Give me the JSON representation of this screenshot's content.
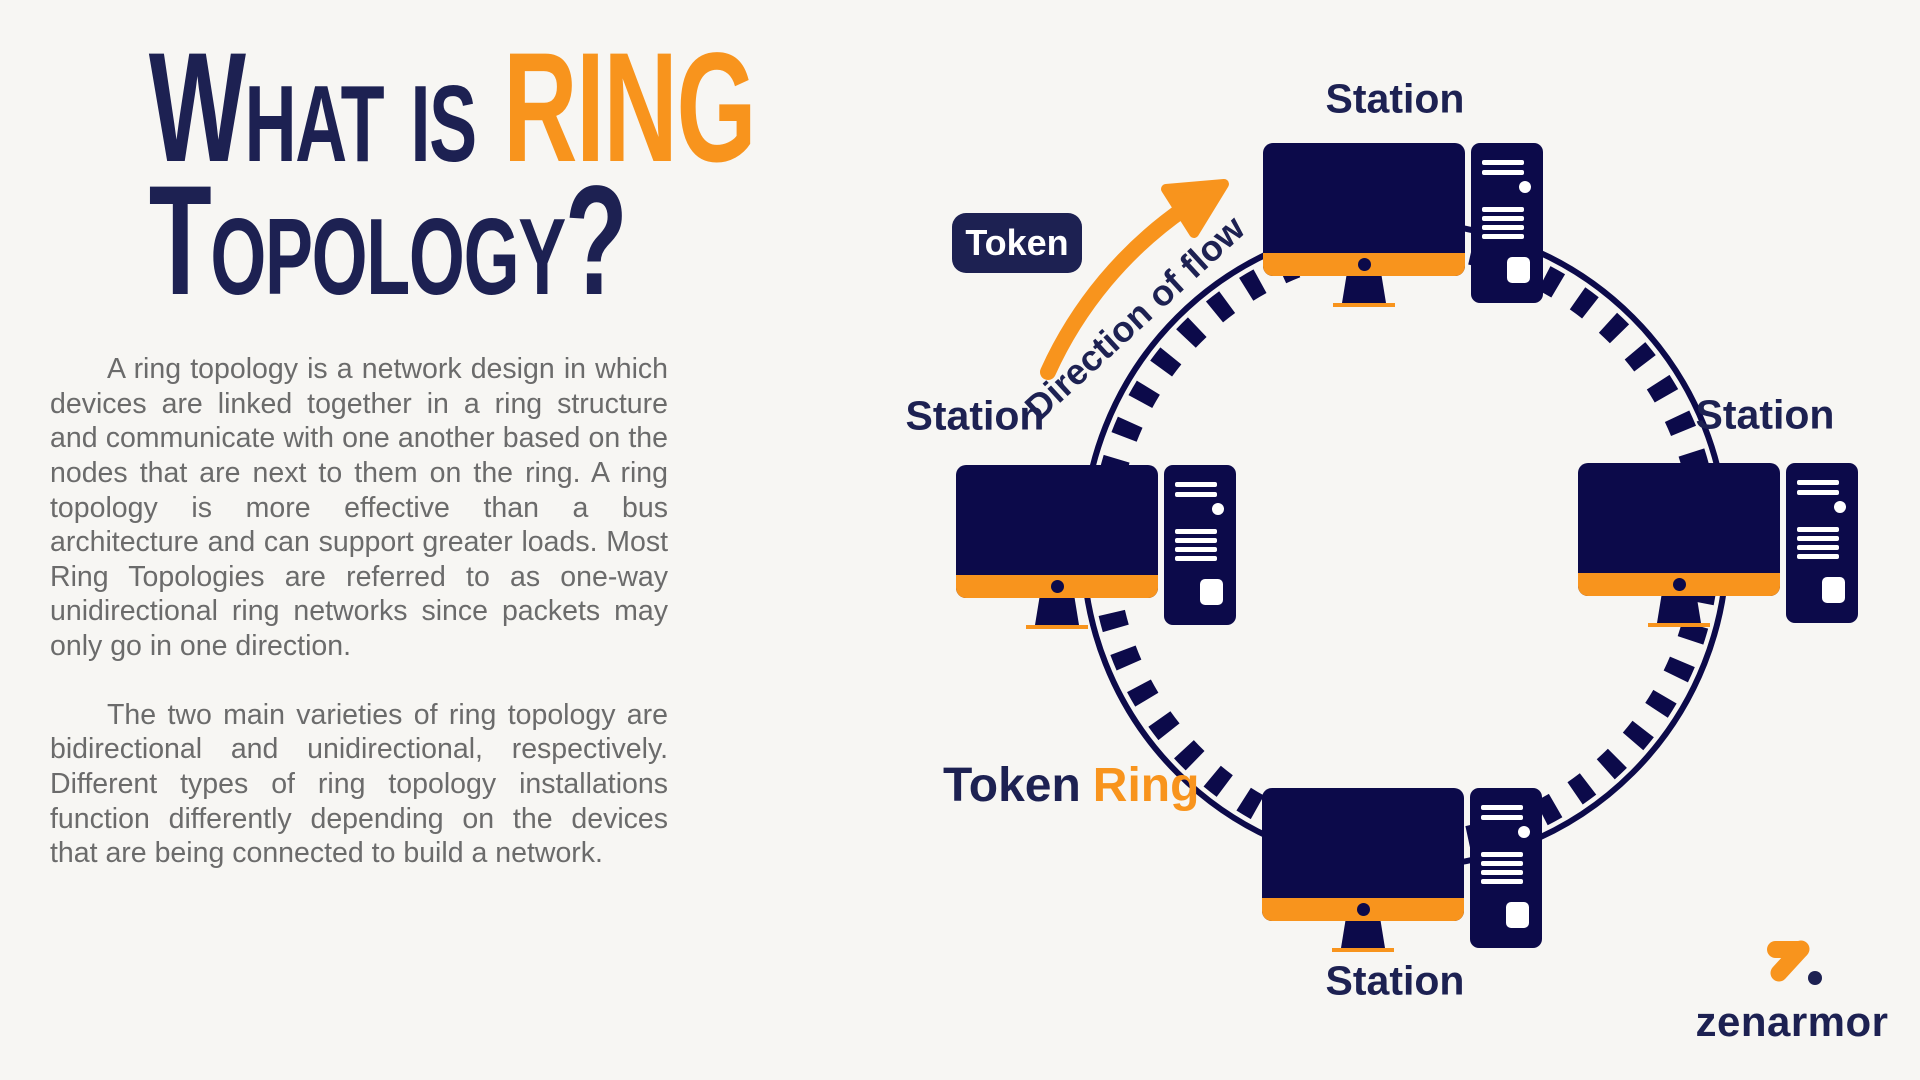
{
  "title": {
    "line1_prefix": "What is ",
    "line1_accent": "RING",
    "line2": "Topology?"
  },
  "body": {
    "paragraph1": "A ring topology is a network design in which devices are linked together in a ring structure and communicate with one another based on the nodes that are next to them on the ring. A ring topology is more effective than a bus architecture and can support greater loads. Most Ring Topologies are referred to as one-way unidirectional ring networks since packets may only go in one direction.",
    "paragraph2": "The two main varieties of ring topology are bidirectional and unidirectional, respectively. Different types of ring topology installations function differently depending on the devices that are being connected to build a network."
  },
  "diagram": {
    "token_badge_label": "Token",
    "flow_label": "Direction of flow",
    "stations": [
      {
        "position": "top",
        "label": "Station"
      },
      {
        "position": "left",
        "label": "Station"
      },
      {
        "position": "right",
        "label": "Station"
      },
      {
        "position": "bottom",
        "label": "Station"
      }
    ],
    "caption": {
      "word1": "Token",
      "word2": "Ring"
    }
  },
  "branding": {
    "wordmark": "zenarmor"
  },
  "colors": {
    "background": "#f7f6f3",
    "navy": "#0c0a4a",
    "navy_text": "#1d2152",
    "orange": "#f8941d",
    "body_gray": "#6b6b6b",
    "white": "#ffffff"
  }
}
